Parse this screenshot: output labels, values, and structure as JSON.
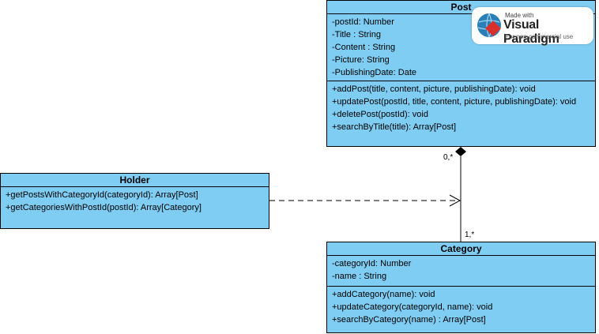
{
  "classes": {
    "post": {
      "name": "Post",
      "attributes": [
        "-postId: Number",
        "-Title : String",
        "-Content : String",
        "-Picture: String",
        "-PublishingDate: Date"
      ],
      "operations": [
        "+addPost(title, content, picture, publishingDate): void",
        "+updatePost(postId, title, content, picture, publishingDate): void",
        "+deletePost(postId): void",
        "+searchByTitle(title): Array[Post]"
      ]
    },
    "holder": {
      "name": "Holder",
      "operations": [
        "+getPostsWithCategoryId(categoryId): Array[Post]",
        "+getCategoriesWithPostId(postId): Array[Category]"
      ]
    },
    "category": {
      "name": "Category",
      "attributes": [
        "-categoryId: Number",
        "-name : String"
      ],
      "operations": [
        "+addCategory(name): void",
        "+updateCategory(categoryId, name): void",
        "+searchByCategory(name) : Array[Post]"
      ]
    }
  },
  "associations": {
    "post_category": {
      "post_end": "0,*",
      "category_end": "1,*"
    }
  },
  "watermark": {
    "made_with": "Made with",
    "brand": "Visual Paradigm",
    "note": "For non-commercial use"
  }
}
